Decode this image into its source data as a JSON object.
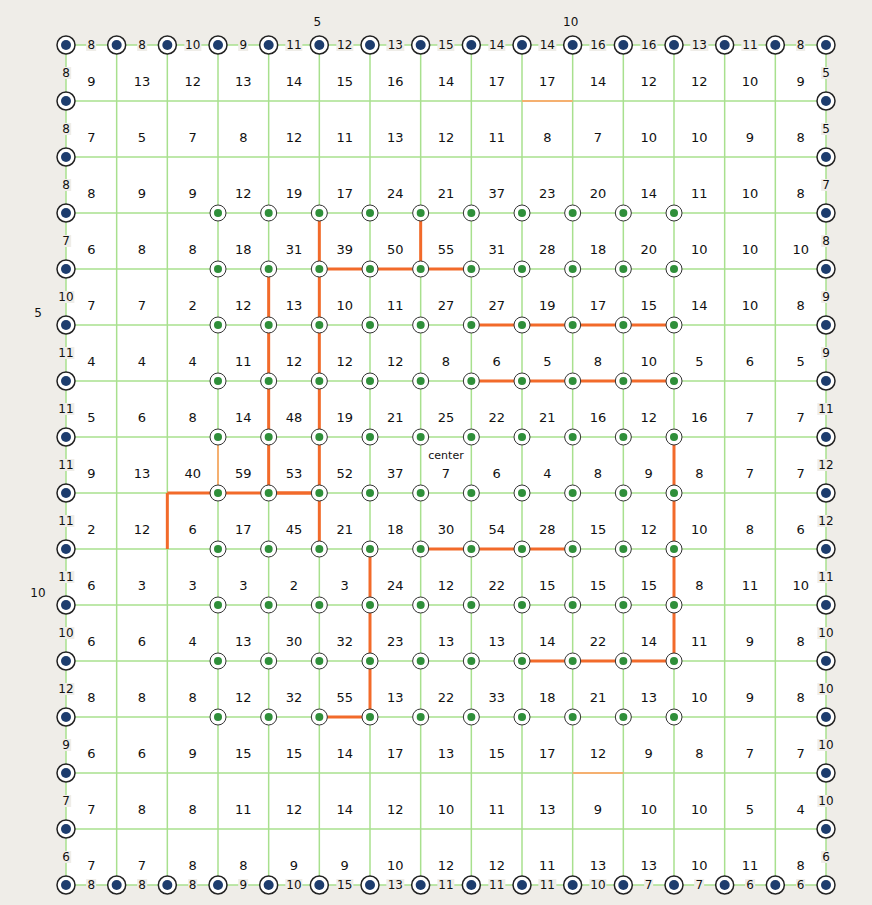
{
  "diagram": {
    "labels": [
      "8",
      "8",
      "10",
      "9",
      "11",
      "12",
      "13",
      "15",
      "14",
      "14",
      "16",
      "16",
      "13",
      "11",
      "8",
      "8",
      "8",
      "8",
      "7",
      "10",
      "11",
      "11",
      "11",
      "11",
      "11",
      "10",
      "12",
      "9",
      "7",
      "6",
      "5",
      "5",
      "7",
      "8",
      "9",
      "9",
      "11",
      "12",
      "12",
      "11",
      "10",
      "10",
      "10",
      "10",
      "6",
      "8",
      "8",
      "8",
      "9",
      "10",
      "15",
      "13",
      "11",
      "11",
      "11",
      "10",
      "7",
      "7",
      "6",
      "6",
      "5",
      "10",
      "5",
      "10",
      "center",
      "9",
      "13",
      "12",
      "13",
      "14",
      "15",
      "16",
      "14",
      "17",
      "17",
      "14",
      "12",
      "12",
      "10",
      "9",
      "7",
      "5",
      "7",
      "8",
      "12",
      "11",
      "13",
      "12",
      "11",
      "8",
      "7",
      "10",
      "10",
      "9",
      "8",
      "8",
      "9",
      "9",
      "12",
      "19",
      "17",
      "24",
      "21",
      "37",
      "23",
      "20",
      "14",
      "11",
      "10",
      "8",
      "6",
      "8",
      "8",
      "18",
      "31",
      "39",
      "50",
      "55",
      "31",
      "28",
      "18",
      "20",
      "10",
      "10",
      "10",
      "7",
      "7",
      "2",
      "12",
      "13",
      "10",
      "11",
      "27",
      "27",
      "19",
      "17",
      "15",
      "14",
      "10",
      "8",
      "4",
      "4",
      "4",
      "11",
      "12",
      "12",
      "12",
      "8",
      "6",
      "5",
      "8",
      "10",
      "5",
      "6",
      "5",
      "5",
      "6",
      "8",
      "14",
      "48",
      "19",
      "21",
      "25",
      "22",
      "21",
      "16",
      "12",
      "16",
      "7",
      "7",
      "9",
      "13",
      "40",
      "59",
      "53",
      "52",
      "37",
      "7",
      "6",
      "4",
      "8",
      "9",
      "8",
      "7",
      "7",
      "2",
      "12",
      "6",
      "17",
      "45",
      "21",
      "18",
      "30",
      "54",
      "28",
      "15",
      "12",
      "10",
      "8",
      "6",
      "6",
      "3",
      "3",
      "3",
      "2",
      "3",
      "24",
      "12",
      "22",
      "15",
      "15",
      "15",
      "8",
      "11",
      "10",
      "6",
      "6",
      "4",
      "13",
      "30",
      "32",
      "23",
      "13",
      "13",
      "14",
      "22",
      "14",
      "11",
      "9",
      "8",
      "8",
      "8",
      "8",
      "12",
      "32",
      "55",
      "13",
      "22",
      "33",
      "18",
      "21",
      "13",
      "10",
      "9",
      "8",
      "6",
      "6",
      "9",
      "15",
      "15",
      "14",
      "17",
      "13",
      "15",
      "17",
      "12",
      "9",
      "8",
      "7",
      "7",
      "7",
      "8",
      "8",
      "11",
      "12",
      "14",
      "12",
      "10",
      "11",
      "13",
      "9",
      "10",
      "10",
      "5",
      "4",
      "7",
      "7",
      "8",
      "8",
      "9",
      "9",
      "10",
      "12",
      "12",
      "11",
      "13",
      "13",
      "10",
      "11",
      "8"
    ]
  }
}
